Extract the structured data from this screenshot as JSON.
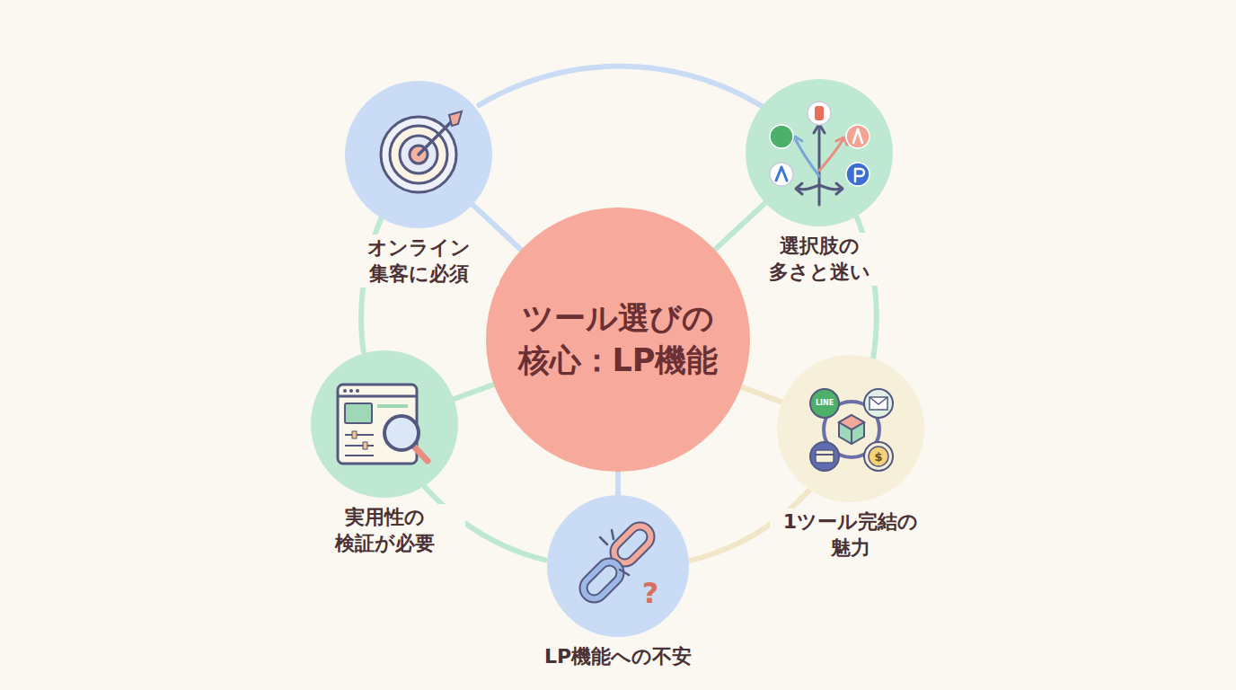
{
  "diagram": {
    "nodes": [
      {
        "text": [
          "ツール選びの 核心：LP機能"
        ]
      },
      {
        "text": [
          "オンライン 集客に必須"
        ]
      },
      {
        "text": [
          "選択肢の 多さと迷い"
        ]
      },
      {
        "text": [
          "1ツール完結の 魅力"
        ]
      },
      {
        "text": [
          "LP機能への不安"
        ]
      },
      {
        "text": [
          "実用性の 検証が必要"
        ]
      }
    ],
    "edges": [
      {
        "from": 0,
        "to": 1,
        "arrow": "none"
      },
      {
        "from": 0,
        "to": 2,
        "arrow": "none"
      },
      {
        "from": 0,
        "to": 3,
        "arrow": "none"
      },
      {
        "from": 0,
        "to": 4,
        "arrow": "none"
      },
      {
        "from": 0,
        "to": 5,
        "arrow": "none"
      },
      {
        "from": 1,
        "to": 2,
        "arrow": "none"
      },
      {
        "from": 2,
        "to": 3,
        "arrow": "none"
      },
      {
        "from": 3,
        "to": 4,
        "arrow": "none"
      },
      {
        "from": 4,
        "to": 5,
        "arrow": "none"
      },
      {
        "from": 5,
        "to": 1,
        "arrow": "none"
      }
    ],
    "labels": [
      "LINE",
      "$",
      "?"
    ]
  }
}
